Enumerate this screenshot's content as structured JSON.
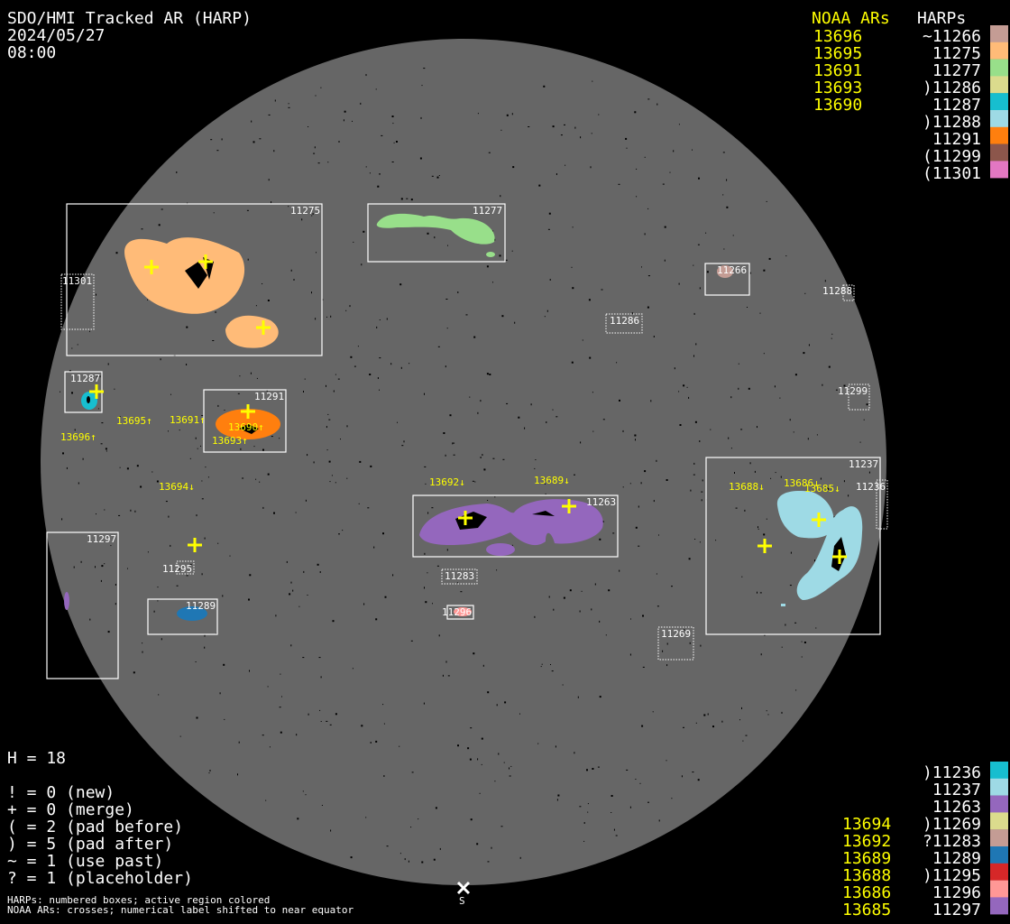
{
  "header": {
    "title": "SDO/HMI Tracked AR (HARP)",
    "date": "2024/05/27",
    "time": "08:00"
  },
  "legend_top": {
    "noaa_heading": "NOAA ARs",
    "harps_heading": "HARPs",
    "noaa": [
      "13696",
      "13695",
      "13691",
      "13693",
      "13690"
    ],
    "harps": [
      {
        "label": "~11266",
        "color": "#c49c94"
      },
      {
        "label": "11275",
        "color": "#ffbb78"
      },
      {
        "label": "11277",
        "color": "#98df8a"
      },
      {
        "label": ")11286",
        "color": "#dbdb8d"
      },
      {
        "label": "11287",
        "color": "#17becf"
      },
      {
        "label": ")11288",
        "color": "#9edae5"
      },
      {
        "label": "11291",
        "color": "#ff7f0e"
      },
      {
        "label": "(11299",
        "color": "#8c564b"
      },
      {
        "label": "(11301",
        "color": "#e377c2"
      }
    ]
  },
  "legend_bottom": {
    "noaa": [
      "13694",
      "13692",
      "13689",
      "13688",
      "13686",
      "13685"
    ],
    "harps": [
      {
        "label": ")11236",
        "color": "#17becf"
      },
      {
        "label": "11237",
        "color": "#9edae5"
      },
      {
        "label": "11263",
        "color": "#9467bd"
      },
      {
        "label": ")11269",
        "color": "#dbdb8d"
      },
      {
        "label": "?11283",
        "color": "#c49c94"
      },
      {
        "label": "11289",
        "color": "#1f77b4"
      },
      {
        "label": ")11295",
        "color": "#d62728"
      },
      {
        "label": "11296",
        "color": "#ff9896"
      },
      {
        "label": "11297",
        "color": "#9467bd"
      }
    ]
  },
  "stats": {
    "h": "H = 18",
    "lines": [
      "! = 0 (new)",
      "+ = 0 (merge)",
      "( = 2 (pad before)",
      ") = 5 (pad after)",
      "~ = 1 (use past)",
      "? = 1 (placeholder)"
    ]
  },
  "footer": [
    "HARPs: numbered boxes; active region colored",
    "NOAA ARs: crosses; numerical label shifted to near equator"
  ],
  "disk": {
    "south_label": "S",
    "harp_labels": {
      "h11275": "11275",
      "h11301": "11301",
      "h11277": "11277",
      "h11266": "11266",
      "h11288": "11288",
      "h11286": "11286",
      "h11287": "11287",
      "h11291": "11291",
      "h11299": "11299",
      "h11237": "11237",
      "h11236": "11236",
      "h11263": "11263",
      "h11297": "11297",
      "h11295": "11295",
      "h11283": "11283",
      "h11289": "11289",
      "h11296": "11296",
      "h11269": "11269"
    },
    "noaa_labels": {
      "n13695": "13695↑",
      "n13691": "13691↑",
      "n13696": "13696↑",
      "n13690": "13690↑",
      "n13693": "13693↑",
      "n13694": "13694↓",
      "n13692": "13692↓",
      "n13689": "13689↓",
      "n13688": "13688↓",
      "n13686": "13686↓",
      "n13685": "13685↓"
    }
  }
}
